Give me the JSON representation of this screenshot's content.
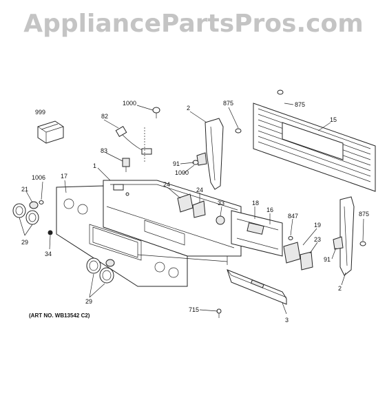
{
  "watermark": "AppliancePartsPros.com",
  "art_no": "(ART NO. WB13542 C2)",
  "callouts": {
    "c999": "999",
    "c82": "82",
    "c1000a": "1000",
    "c83": "83",
    "c1": "1",
    "c1006": "1006",
    "c17": "17",
    "c21": "21",
    "c29a": "29",
    "c34": "34",
    "c2a": "2",
    "c875a": "875",
    "c875b": "875",
    "c15": "15",
    "c91a": "91",
    "c1000b": "1000",
    "c24a": "24",
    "c24b": "24",
    "c33": "33",
    "c18": "18",
    "c16": "16",
    "c847": "847",
    "c19": "19",
    "c23": "23",
    "c875c": "875",
    "c91b": "91",
    "c2b": "2",
    "c3": "3",
    "c715": "715",
    "c29b": "29"
  }
}
